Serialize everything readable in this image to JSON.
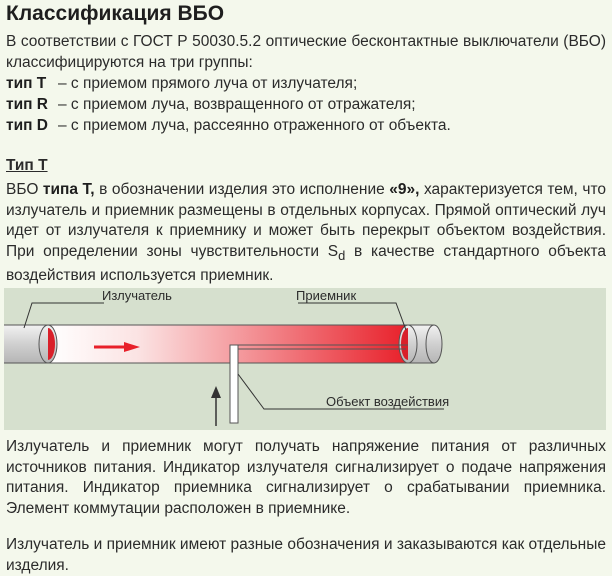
{
  "title": "Классификация ВБО",
  "intro": "В соответствии с ГОСТ Р 50030.5.2 оптические бесконтактные выключатели (ВБО) классифицируются на три группы:",
  "types": [
    {
      "key": "тип T",
      "desc": "– с приемом прямого луча от излучателя;"
    },
    {
      "key": "тип R",
      "desc": "– с приемом луча, возвращенного от отражателя;"
    },
    {
      "key": "тип D",
      "desc": "– с приемом луча, рассеянно отраженного от объекта."
    }
  ],
  "section_title": "Тип T",
  "para1": {
    "p1": "ВБО ",
    "b1": "типа T,",
    "p2": " в обозначении изделия это исполнение ",
    "b2": "«9»,",
    "p3": " характеризуется тем, что излучатель и приемник размещены в отдельных корпусах. Прямой оптический луч идет от излучателя к приемнику и может быть перекрыт объектом воздействия. При определении зоны чувствительности S",
    "sub": "d",
    "p4": " в качестве стандартного объекта воздействия используется приемник."
  },
  "diagram": {
    "emitter_label": "Излучатель",
    "receiver_label": "Приемник",
    "object_label": "Объект воздействия"
  },
  "para2": "Излучатель и приемник могут получать напряжение питания от различных источников питания. Индикатор излучателя сигнализирует о подаче напряжения питания. Индикатор приемника сигнализирует о срабатывании приемника. Элемент коммутации расположен в приемнике.",
  "para3": "Излучатель и приемник имеют разные обозначения и заказываются как отдельные изделия."
}
